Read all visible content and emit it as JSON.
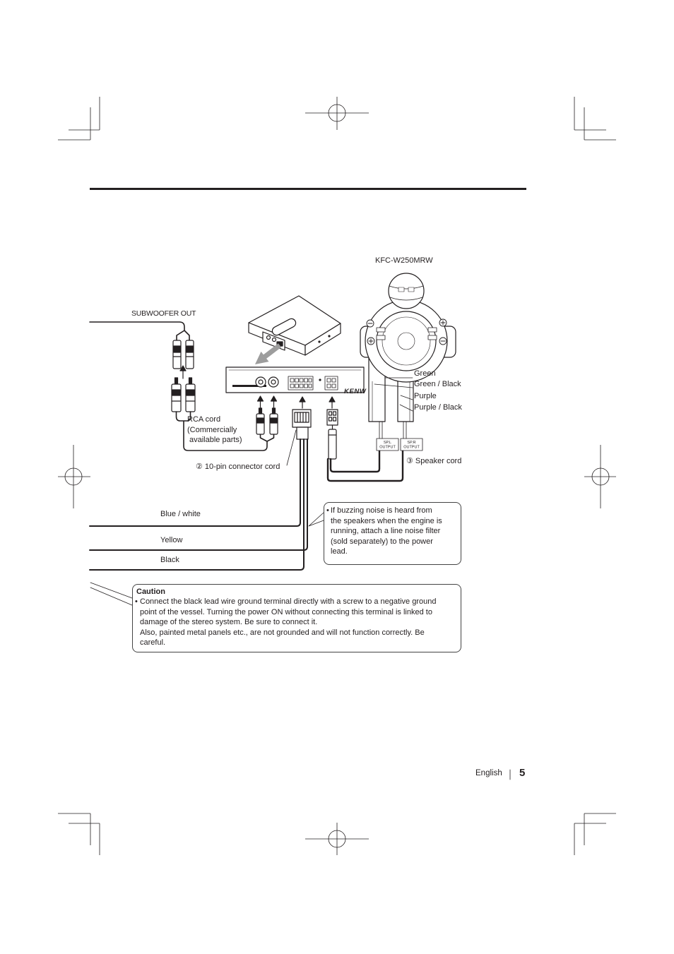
{
  "diagram": {
    "model_label": "KFC-W250MRW",
    "subwoofer_out_label": "SUBWOOFER OUT",
    "speaker_wire_labels": {
      "green": "Green",
      "green_black": "Green / Black",
      "purple": "Purple",
      "purple_black": "Purple / Black"
    },
    "rca_cord_label": {
      "line1": "RCA cord",
      "line2": "(Commercially",
      "line3": "available parts)"
    },
    "connector_cord_label": "② 10-pin connector cord",
    "speaker_cord_label": "③ Speaker cord",
    "power_leads": {
      "blue_white": "Blue / white",
      "yellow": "Yellow",
      "black": "Black"
    },
    "sp_l_output": {
      "line1": "SP.L",
      "line2": "OUTPUT"
    },
    "sp_r_output": {
      "line1": "SP.R",
      "line2": "OUTPUT"
    },
    "brand_text": "KENW"
  },
  "note": {
    "bullet": "•",
    "lines": [
      "If buzzing noise is heard from",
      "the speakers when the engine is",
      "running, attach a line noise filter",
      "(sold separately) to the power",
      "lead."
    ]
  },
  "caution": {
    "title": "Caution",
    "bullet": "•",
    "lines": [
      "Connect the black lead wire ground terminal directly with a screw to a negative ground",
      "point of the vessel. Turning the power ON without connecting this terminal is linked to",
      "damage of the stereo system. Be sure to connect it.",
      "Also, painted metal panels etc., are not grounded and will not function correctly. Be",
      "careful."
    ]
  },
  "footer": {
    "language": "English",
    "page_number": "5"
  }
}
